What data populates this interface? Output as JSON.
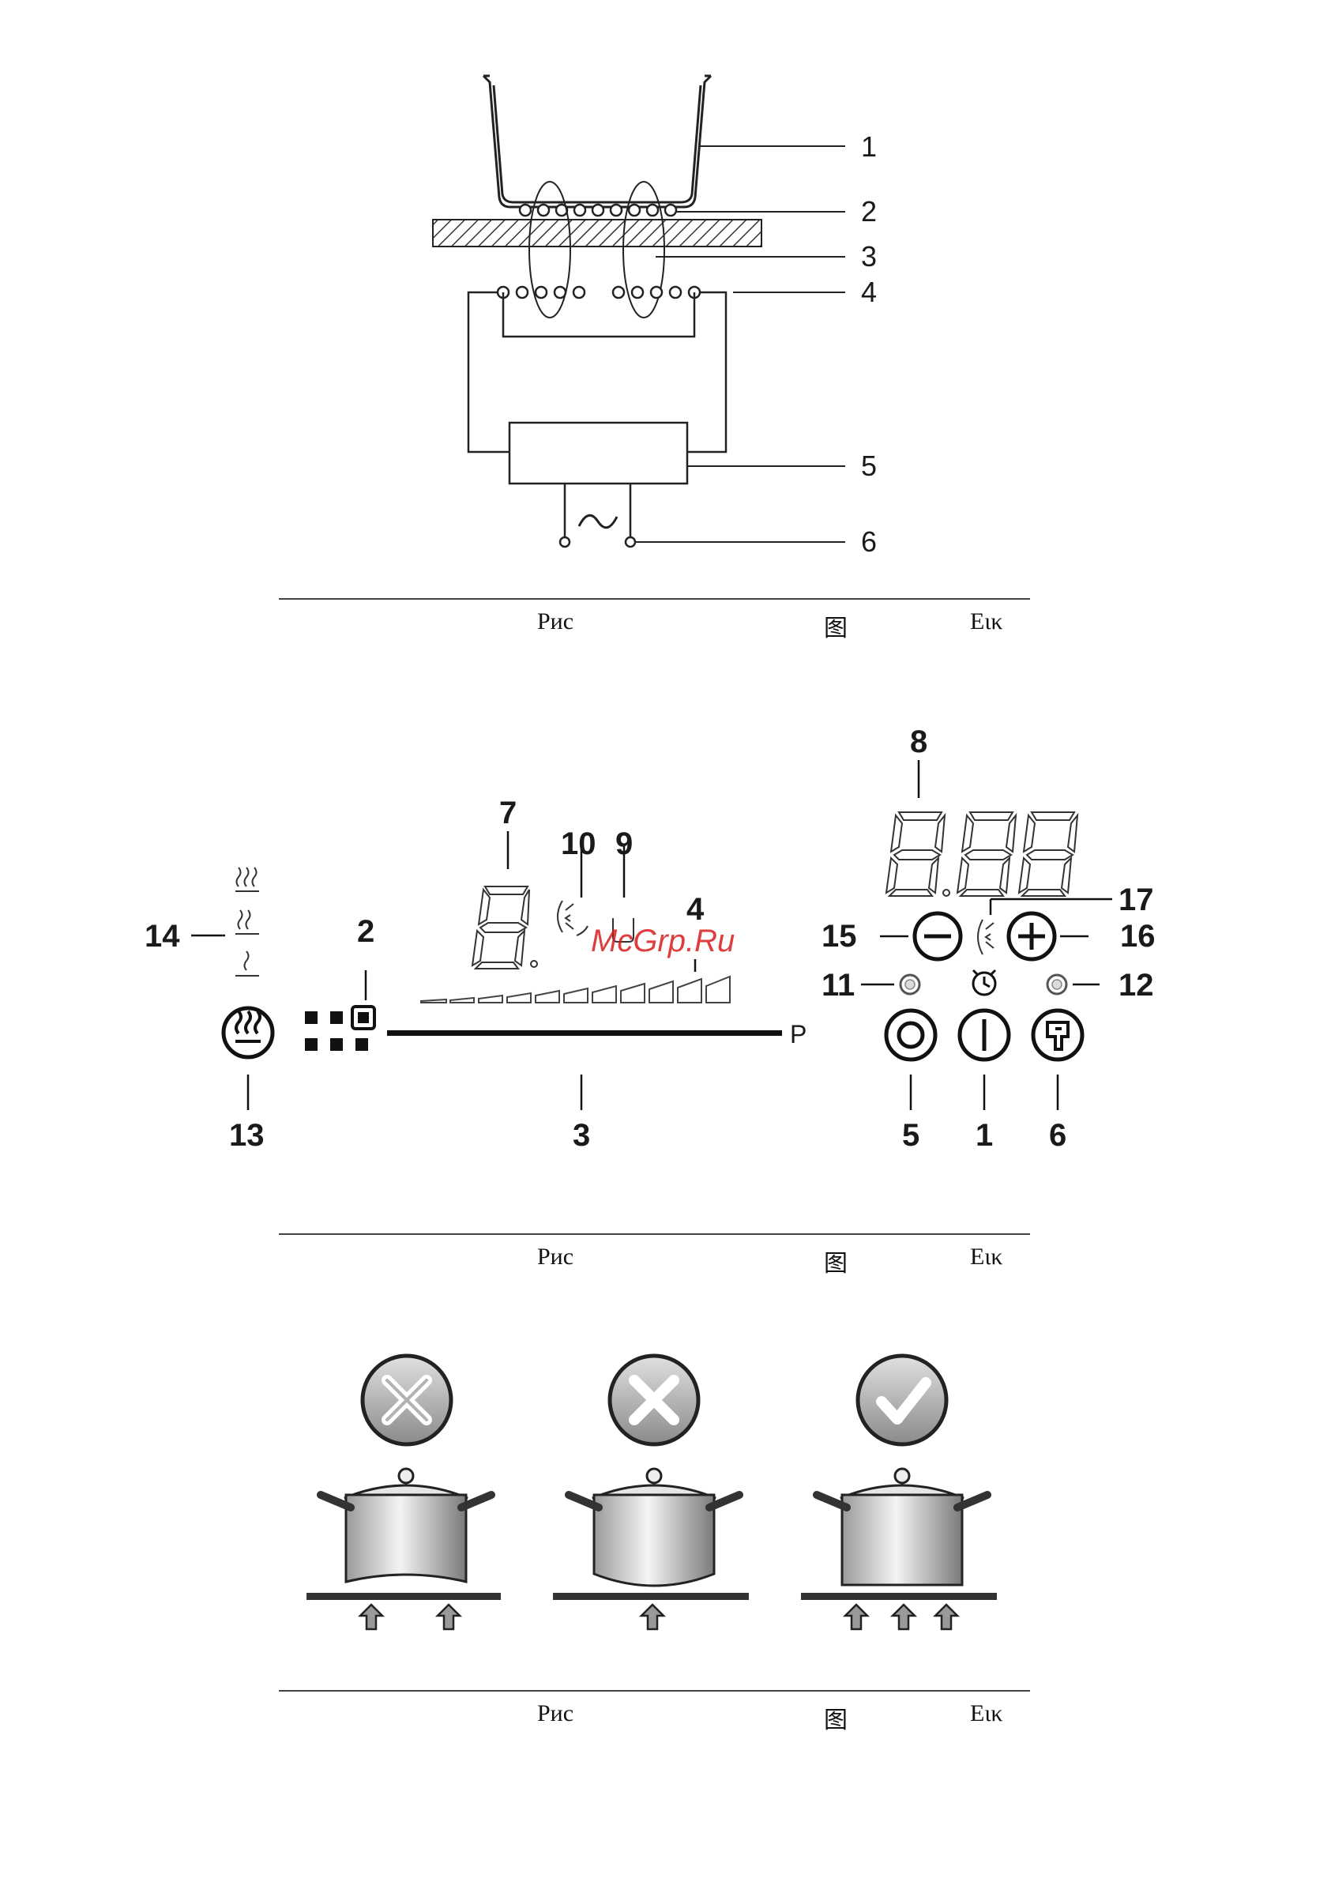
{
  "figure1": {
    "callouts": [
      "1",
      "2",
      "3",
      "4",
      "5",
      "6"
    ],
    "captions": {
      "ru": "Рис",
      "zh": "图",
      "el": "Εικ"
    }
  },
  "figure2": {
    "callouts": {
      "c1": "1",
      "c2": "2",
      "c3": "3",
      "c4": "4",
      "c5": "5",
      "c6": "6",
      "c7": "7",
      "c8": "8",
      "c9": "9",
      "c10": "10",
      "c11": "11",
      "c12": "12",
      "c13": "13",
      "c14": "14",
      "c15": "15",
      "c16": "16",
      "c17": "17"
    },
    "end_label": "P",
    "watermark": "McGrp.Ru",
    "captions": {
      "ru": "Рис",
      "zh": "图",
      "el": "Εικ"
    }
  },
  "figure3": {
    "panels": [
      {
        "status": "incorrect",
        "icon": "x-mark-icon"
      },
      {
        "status": "incorrect",
        "icon": "x-mark-icon"
      },
      {
        "status": "correct",
        "icon": "check-mark-icon"
      }
    ],
    "captions": {
      "ru": "Рис",
      "zh": "图",
      "el": "Εικ"
    }
  }
}
